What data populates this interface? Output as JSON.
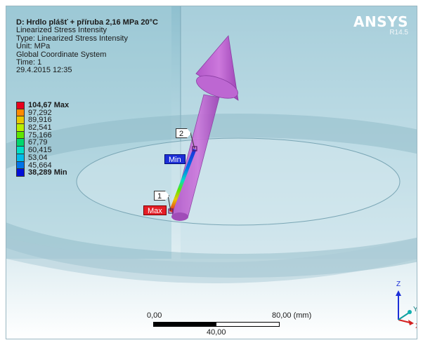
{
  "header": {
    "title": "D: Hrdlo plášť + příruba 2,16 MPa 20°C",
    "lines": [
      "Linearized Stress Intensity",
      "Type: Linearized Stress Intensity",
      "Unit: MPa",
      "Global Coordinate System",
      "Time: 1",
      "29.4.2015 12:35"
    ]
  },
  "logo": {
    "word": "ANSYS",
    "version": "R14.5"
  },
  "legend": {
    "entries": [
      {
        "label": "104,67 Max",
        "color": "#e8001c",
        "bold": true
      },
      {
        "label": "97,292",
        "color": "#ff8a00",
        "bold": false
      },
      {
        "label": "89,916",
        "color": "#e8c800",
        "bold": false
      },
      {
        "label": "82,541",
        "color": "#b8ee00",
        "bold": false
      },
      {
        "label": "75,166",
        "color": "#5ee600",
        "bold": false
      },
      {
        "label": "67,79",
        "color": "#00d76e",
        "bold": false
      },
      {
        "label": "60,415",
        "color": "#00dfc6",
        "bold": false
      },
      {
        "label": "53,04",
        "color": "#00bcea",
        "bold": false
      },
      {
        "label": "45,664",
        "color": "#0074e8",
        "bold": false
      },
      {
        "label": "38,289 Min",
        "color": "#0010d8",
        "bold": true
      }
    ]
  },
  "tags": {
    "max": "Max",
    "min": "Min"
  },
  "probes": {
    "p1": "1",
    "p2": "2"
  },
  "scale": {
    "start": "0,00",
    "end": "80,00 (mm)",
    "mid": "40,00"
  },
  "triad": {
    "z": "Z",
    "y": "Y",
    "x": "X"
  },
  "colors": {
    "arrow": "#c86fd9",
    "path_max": "#e41e26",
    "path_min": "#1c2fd8"
  }
}
